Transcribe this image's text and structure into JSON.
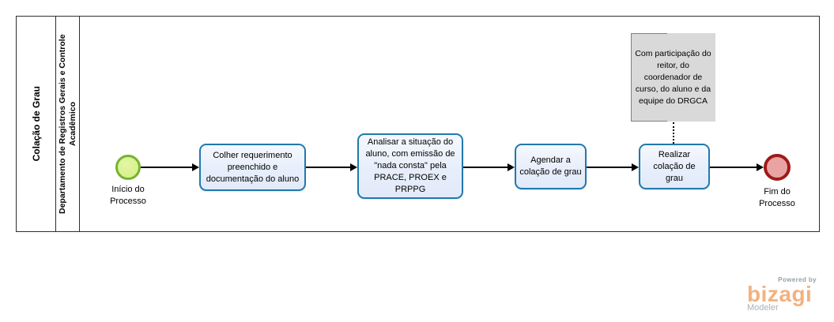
{
  "pool": {
    "title": "Colação de Grau",
    "lane": "Departamento de Registros Gerais e Controle Acadêmico"
  },
  "events": {
    "start": {
      "label": "Início do Processo"
    },
    "end": {
      "label": "Fim do Processo"
    }
  },
  "tasks": [
    {
      "label": "Colher requerimento preenchido e documentação do aluno"
    },
    {
      "label": "Analisar a situação do aluno, com emissão de \"nada consta\" pela PRACE, PROEX e PRPPG"
    },
    {
      "label": "Agendar a colação de grau"
    },
    {
      "label": "Realizar colação de grau"
    }
  ],
  "annotation": {
    "text": "Com participação do reitor, do coordenador de curso, do aluno e da equipe do DRGCA"
  },
  "logo": {
    "powered_by": "Powered by",
    "brand": "bizagi",
    "product": "Modeler"
  },
  "colors": {
    "task_border": "#2079ad",
    "task_fill": "#e7eefb",
    "start_border": "#76b331",
    "start_fill": "#d4ee83",
    "end_border": "#9e1b17",
    "end_fill": "#eaa3a3",
    "annotation_fill": "#d9d9d9",
    "brand_orange": "#f5b17c"
  }
}
